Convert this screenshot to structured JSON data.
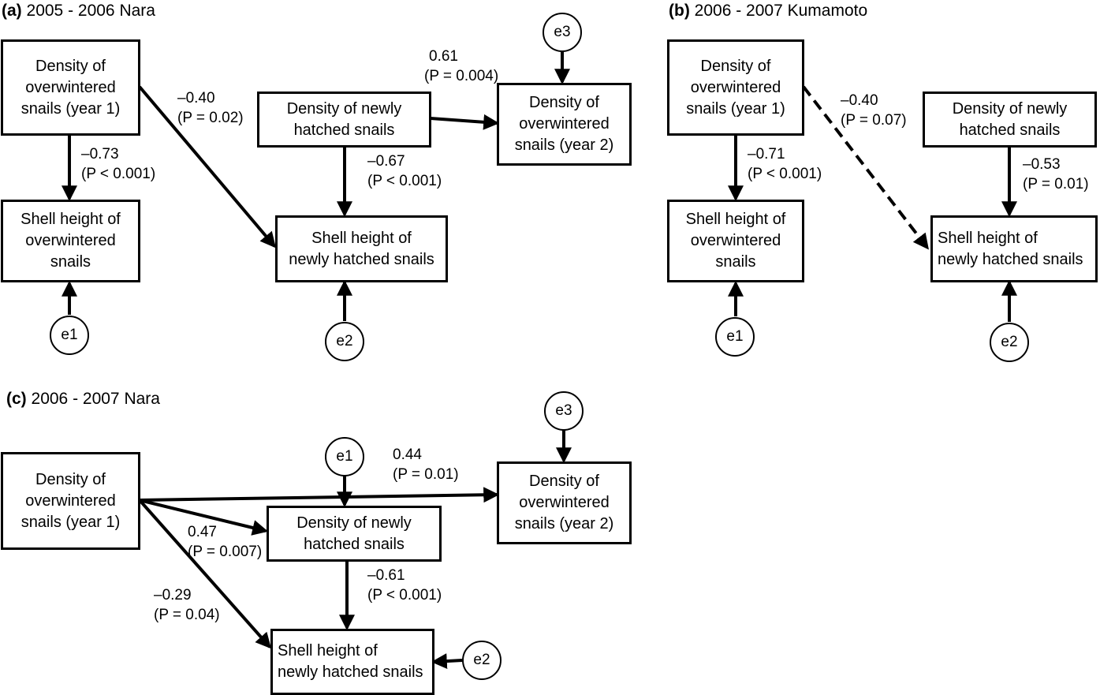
{
  "panels": {
    "a": {
      "label": "(a)",
      "title": "2005 - 2006 Nara",
      "nodes": {
        "dens_ow1": "Density of\noverwintered\nsnails (year 1)",
        "shell_ow": "Shell height of\noverwintered\nsnails",
        "dens_new": "Density of  newly\nhatched snails",
        "shell_new": "Shell height of\nnewly hatched snails",
        "dens_ow2": "Density of\noverwintered\nsnails (year 2)"
      },
      "errors": {
        "e1": "e1",
        "e2": "e2",
        "e3": "e3"
      },
      "paths": {
        "ow1_shellow": {
          "coef": "–0.73",
          "p": "(P < 0.001)"
        },
        "ow1_shellnew": {
          "coef": "–0.40",
          "p": "(P = 0.02)"
        },
        "new_shellnew": {
          "coef": "–0.67",
          "p": "(P < 0.001)"
        },
        "new_ow2": {
          "coef": "0.61",
          "p": "(P = 0.004)"
        }
      }
    },
    "b": {
      "label": "(b)",
      "title": "2006 - 2007 Kumamoto",
      "nodes": {
        "dens_ow1": "Density of\noverwintered\nsnails (year 1)",
        "shell_ow": "Shell height of\noverwintered\nsnails",
        "dens_new": "Density of  newly\nhatched snails",
        "shell_new": "Shell height of\nnewly hatched snails"
      },
      "errors": {
        "e1": "e1",
        "e2": "e2"
      },
      "paths": {
        "ow1_shellow": {
          "coef": "–0.71",
          "p": "(P < 0.001)"
        },
        "ow1_shellnew": {
          "coef": "–0.40",
          "p": "(P = 0.07)"
        },
        "new_shellnew": {
          "coef": "–0.53",
          "p": "(P = 0.01)"
        }
      }
    },
    "c": {
      "label": "(c)",
      "title": "2006 - 2007 Nara",
      "nodes": {
        "dens_ow1": "Density of\noverwintered\nsnails (year 1)",
        "dens_new": "Density of  newly\nhatched snails",
        "shell_new": "Shell height of\nnewly hatched snails",
        "dens_ow2": "Density of\noverwintered\nsnails (year 2)"
      },
      "errors": {
        "e1": "e1",
        "e2": "e2",
        "e3": "e3"
      },
      "paths": {
        "ow1_ow2": {
          "coef": "0.44",
          "p": "(P = 0.01)"
        },
        "ow1_new": {
          "coef": "0.47",
          "p": "(P = 0.007)"
        },
        "ow1_shellnew": {
          "coef": "–0.29",
          "p": "(P = 0.04)"
        },
        "new_shellnew": {
          "coef": "–0.61",
          "p": "(P < 0.001)"
        }
      }
    }
  }
}
